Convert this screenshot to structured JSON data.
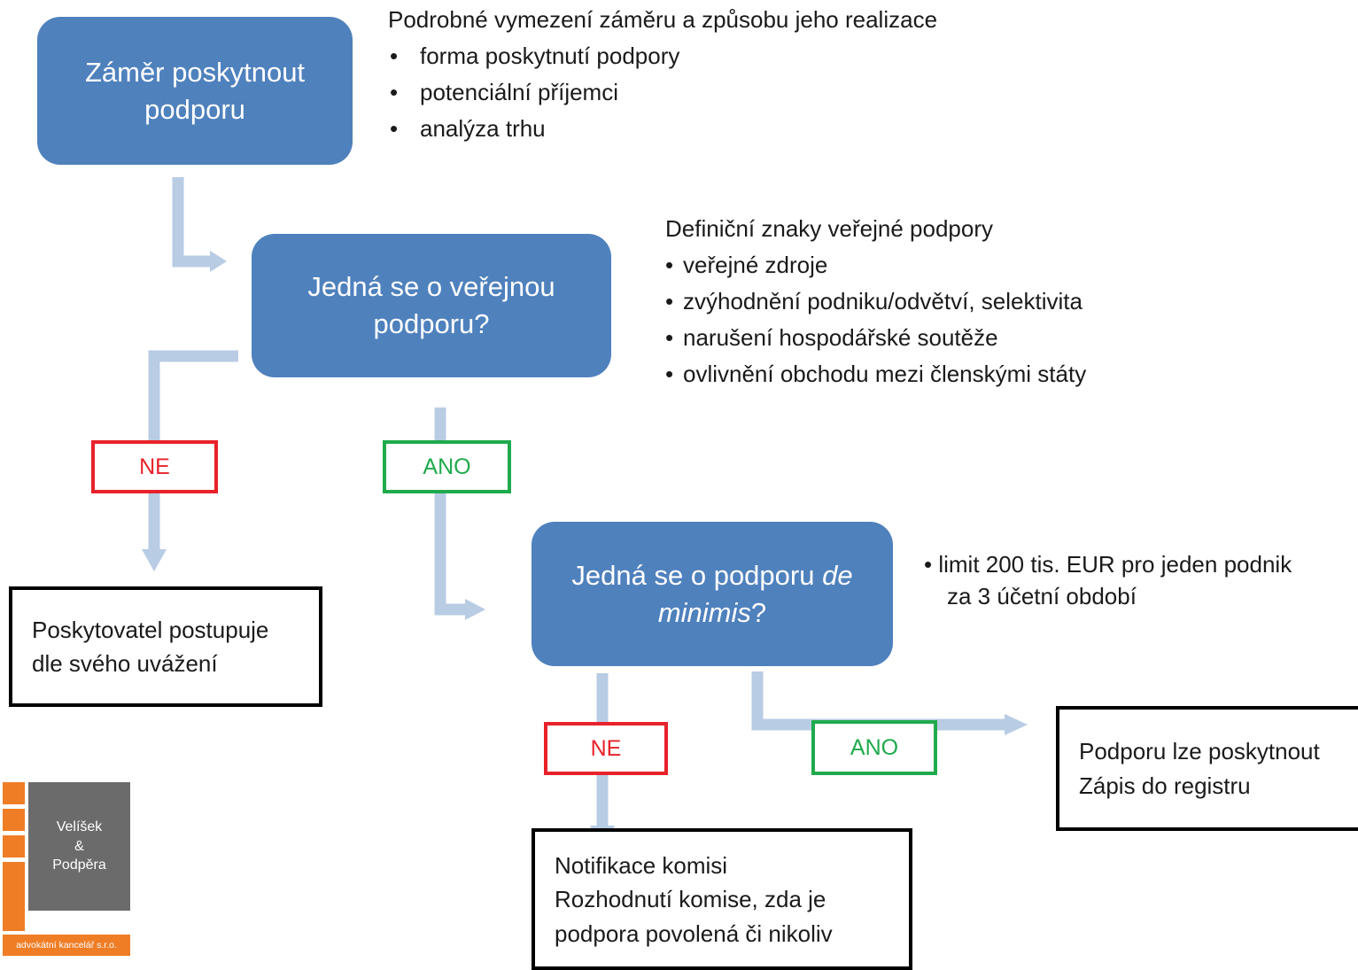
{
  "nodes": {
    "intent": {
      "text": "Záměr poskytnout podporu"
    },
    "public_support": {
      "text": "Jedná se o veřejnou podporu?"
    },
    "de_minimis": {
      "text_before": "Jedná se o podporu ",
      "text_italic": "de minimis",
      "text_after": "?"
    },
    "discretion": {
      "lines": [
        "Poskytovatel postupuje",
        "dle svého uvážení"
      ]
    },
    "grant": {
      "lines": [
        "Podporu lze poskytnout",
        "Zápis do registru"
      ]
    },
    "notification": {
      "lines": [
        "Notifikace komisi",
        "Rozhodnutí komise, zda je",
        "podpora povolená či nikoliv"
      ]
    }
  },
  "labels": {
    "no_1": "NE",
    "yes_1": "ANO",
    "no_2": "NE",
    "yes_2": "ANO"
  },
  "notes": {
    "intent": {
      "heading": "Podrobné vymezení záměru a způsobu jeho realizace",
      "items": [
        "forma poskytnutí podpory",
        "potenciální příjemci",
        "analýza trhu"
      ]
    },
    "public_support": {
      "heading": "Definiční znaky veřejné podpory",
      "items": [
        "veřejné zdroje",
        "zvýhodnění podniku/odvětví, selektivita",
        "narušení hospodářské soutěže",
        "ovlivnění obchodu mezi členskými státy"
      ]
    },
    "de_minimis": {
      "lines": [
        "• limit 200 tis. EUR pro jeden podnik",
        "za 3 účetní období"
      ]
    }
  },
  "logo": {
    "name_1": "Velíšek",
    "name_amp": "&",
    "name_2": "Podpěra",
    "tagline": "advokátní kancelář s.r.o."
  },
  "colors": {
    "node_fill": "#4f81bd",
    "connector": "#b8cce4",
    "no": "#e8222a",
    "yes": "#1faa4c",
    "logo_orange": "#ef7d26",
    "logo_grey": "#6b6b6b"
  }
}
